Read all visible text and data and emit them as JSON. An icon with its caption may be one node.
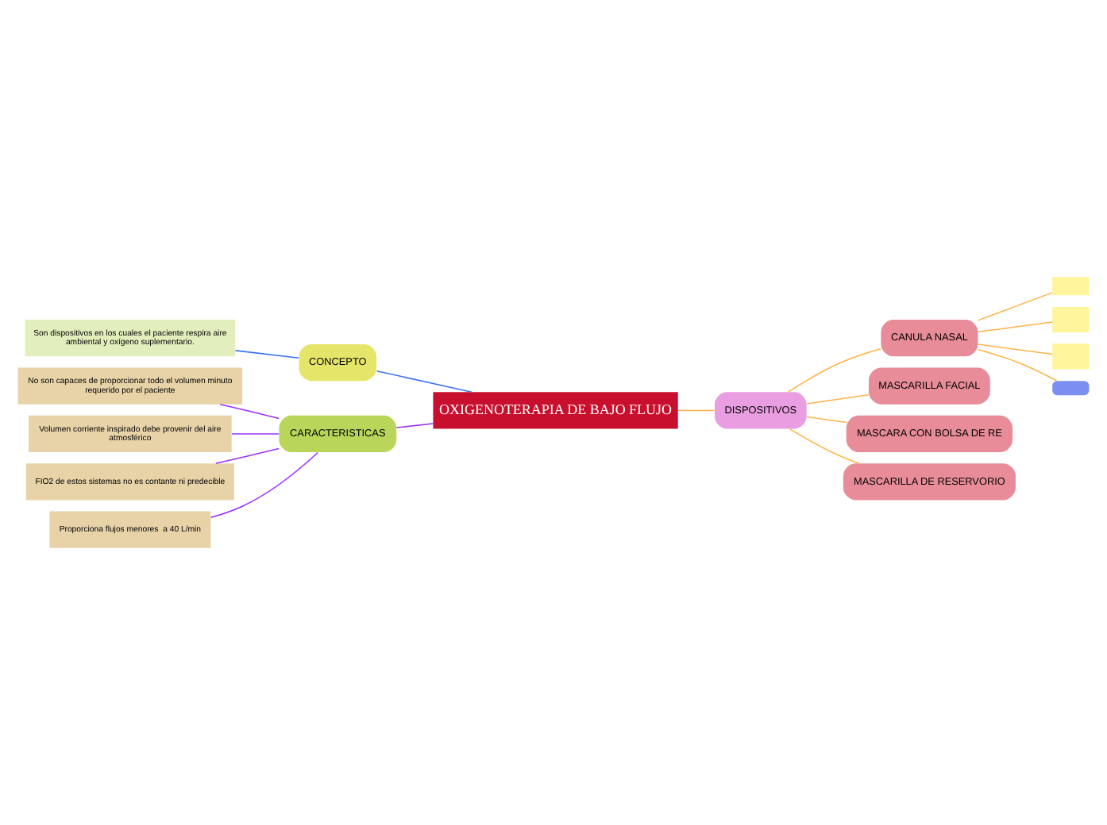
{
  "diagram": {
    "nodes": [
      {
        "text": [
          "OXIGENOTERAPIA DE BAJO FLUJO"
        ]
      },
      {
        "text": [
          "CONCEPTO"
        ]
      },
      {
        "text": [
          "Son dispositivos en los cuales el paciente respira aire ambiental y oxígeno suplementario."
        ]
      },
      {
        "text": [
          "CARACTERISTICAS"
        ]
      },
      {
        "text": [
          "No son capaces de proporcionar todo el volumen minuto requerido por el paciente"
        ]
      },
      {
        "text": [
          "Volumen corriente inspirado debe provenir del aire atmosférico"
        ]
      },
      {
        "text": [
          "FIO2 de estos sistemas no es contante ni predecible"
        ]
      },
      {
        "text": [
          "Proporciona flujos menores  a 40 L/min"
        ]
      },
      {
        "text": [
          "DISPOSITIVOS"
        ]
      },
      {
        "text": [
          "CANULA NASAL"
        ]
      },
      {
        "text": [],
        "shape": "box"
      },
      {
        "text": [],
        "shape": "box"
      },
      {
        "text": [],
        "shape": "box"
      },
      {
        "text": [],
        "shape": "box"
      },
      {
        "text": [
          "MASCARILLA FACIAL"
        ]
      },
      {
        "text": [
          "MASCARA CON BOLSA DE RE"
        ]
      },
      {
        "text": [
          "MASCARILLA DE RESERVORIO"
        ]
      }
    ],
    "edges": [
      {
        "from": 0,
        "to": 1,
        "arrow": "none",
        "color": "#3b6ff0"
      },
      {
        "from": 1,
        "to": 2,
        "arrow": "none",
        "color": "#3b6ff0"
      },
      {
        "from": 0,
        "to": 3,
        "arrow": "none",
        "color": "#9b30ff"
      },
      {
        "from": 3,
        "to": 4,
        "arrow": "none",
        "color": "#9b30ff"
      },
      {
        "from": 3,
        "to": 5,
        "arrow": "none",
        "color": "#9b30ff"
      },
      {
        "from": 3,
        "to": 6,
        "arrow": "none",
        "color": "#9b30ff"
      },
      {
        "from": 3,
        "to": 7,
        "arrow": "none",
        "color": "#9b30ff"
      },
      {
        "from": 0,
        "to": 8,
        "arrow": "none"
      },
      {
        "from": 8,
        "to": 9,
        "arrow": "none"
      },
      {
        "from": 8,
        "to": 14,
        "arrow": "none"
      },
      {
        "from": 8,
        "to": 15,
        "arrow": "none"
      },
      {
        "from": 8,
        "to": 16,
        "arrow": "none"
      },
      {
        "from": 9,
        "to": 10,
        "arrow": "none"
      },
      {
        "from": 9,
        "to": 11,
        "arrow": "none"
      },
      {
        "from": 9,
        "to": 12,
        "arrow": "none"
      },
      {
        "from": 9,
        "to": 13,
        "arrow": "none"
      }
    ]
  }
}
